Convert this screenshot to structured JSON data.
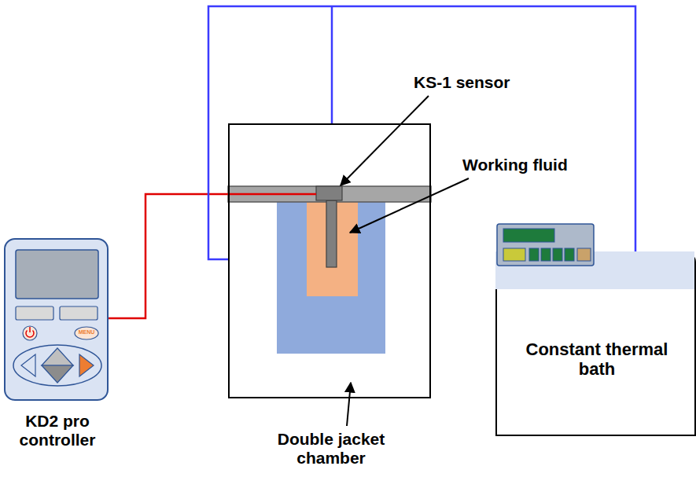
{
  "diagram": {
    "nodes": [
      {
        "text": [
          "KD2 pro controller"
        ]
      },
      {
        "text": [
          "Double jacket chamber"
        ]
      },
      {
        "text": [
          "Constant thermal bath"
        ]
      }
    ],
    "edges": [
      {
        "from": 0,
        "to": 1,
        "arrow": "none"
      },
      {
        "from": 2,
        "to": 1,
        "arrow": "none"
      }
    ],
    "labels": [
      "KS-1 sensor",
      "Working fluid",
      "MENU"
    ]
  }
}
